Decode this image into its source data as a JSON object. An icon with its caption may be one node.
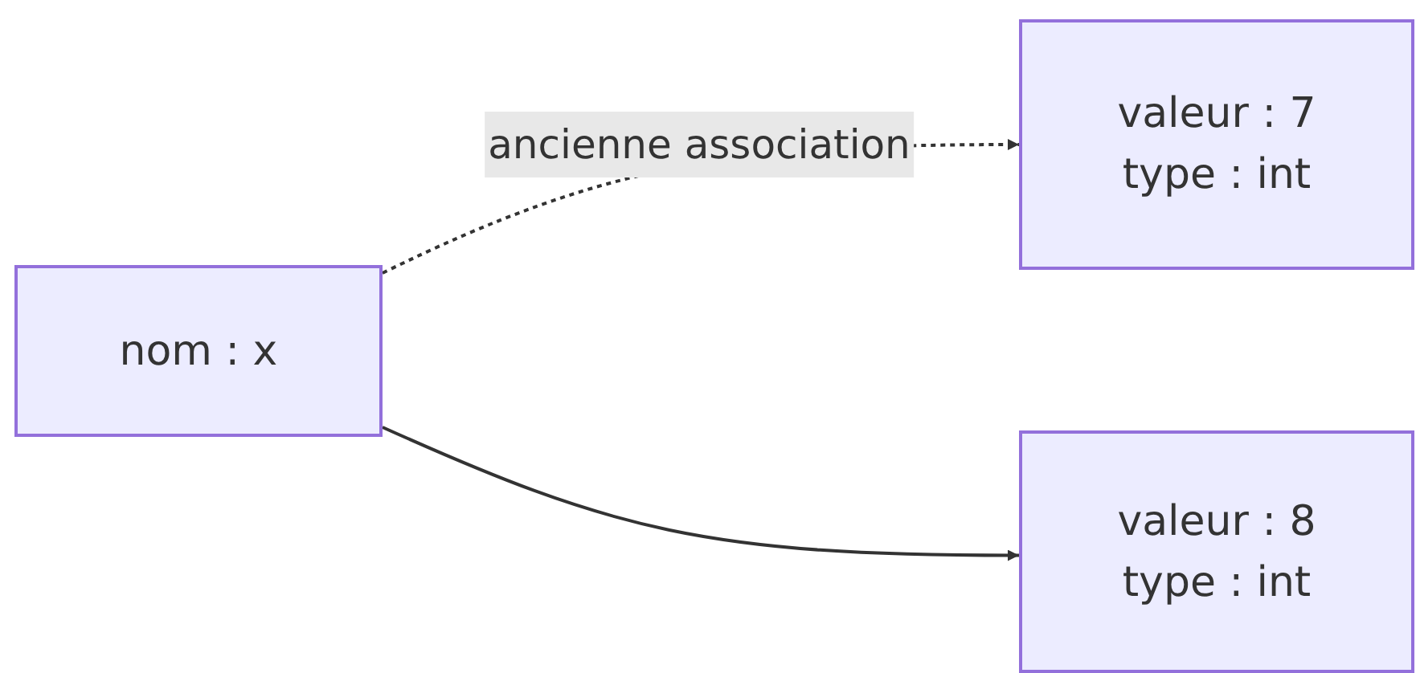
{
  "diagram": {
    "nodes": [
      {
        "text": [
          "nom : x"
        ]
      },
      {
        "text": [
          "valeur : 7",
          "type : int"
        ]
      },
      {
        "text": [
          "valeur : 8",
          "type : int"
        ]
      }
    ],
    "edges": [
      {
        "from": 0,
        "to": 1,
        "arrow": "to",
        "label": "ancienne association",
        "style": "dashed"
      },
      {
        "from": 0,
        "to": 2,
        "arrow": "to"
      }
    ]
  }
}
